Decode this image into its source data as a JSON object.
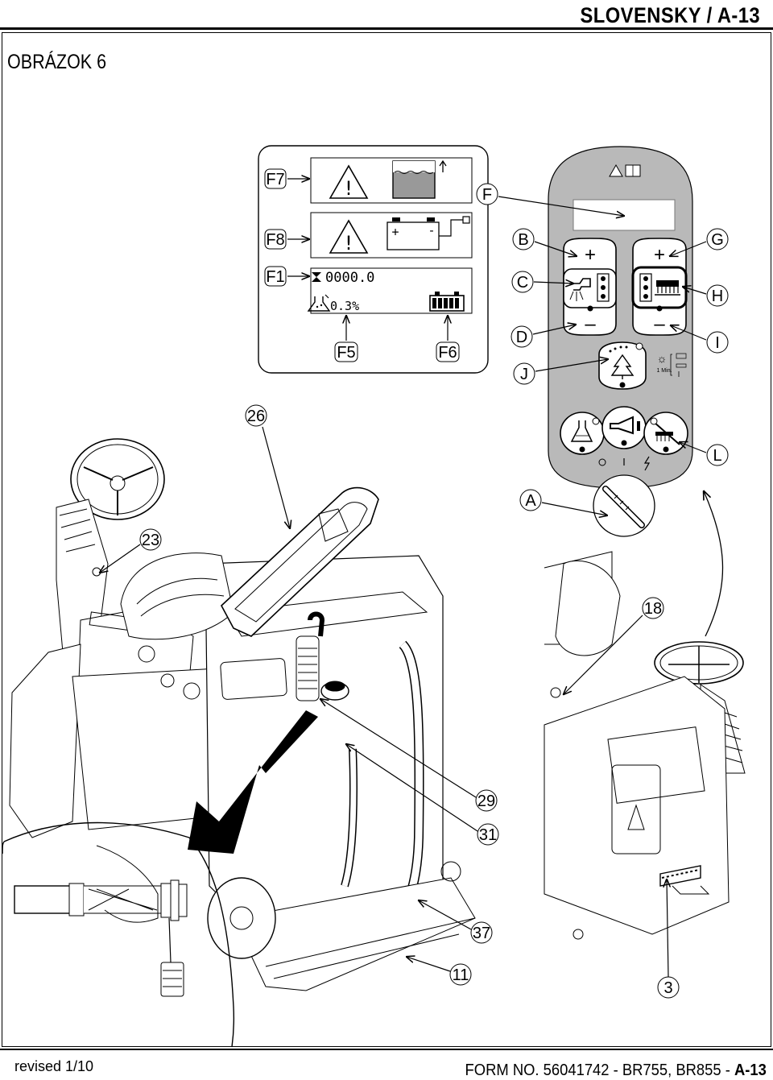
{
  "header": {
    "title": "SLOVENSKY / A-13"
  },
  "figure": {
    "title": "OBRÁZOK 6"
  },
  "display_panel": {
    "hour_meter": "0000.0",
    "detergent": "0.3%",
    "labels": {
      "f7": "F7",
      "f8": "F8",
      "f1": "F1",
      "f5": "F5",
      "f6": "F6"
    }
  },
  "control_panel": {
    "labels": {
      "f": "F",
      "b": "B",
      "c": "C",
      "d": "D",
      "j": "J",
      "g": "G",
      "h": "H",
      "i": "I",
      "l": "L",
      "a": "A"
    },
    "timer_text": "1 Min.",
    "plus": "+",
    "minus": "–"
  },
  "machine_callouts": [
    "26",
    "23",
    "18",
    "29",
    "31",
    "37",
    "11",
    "3"
  ],
  "footer": {
    "revision": "revised 1/10",
    "form": "FORM NO. 56041742 - BR755, BR855 - ",
    "page": "A-13"
  }
}
